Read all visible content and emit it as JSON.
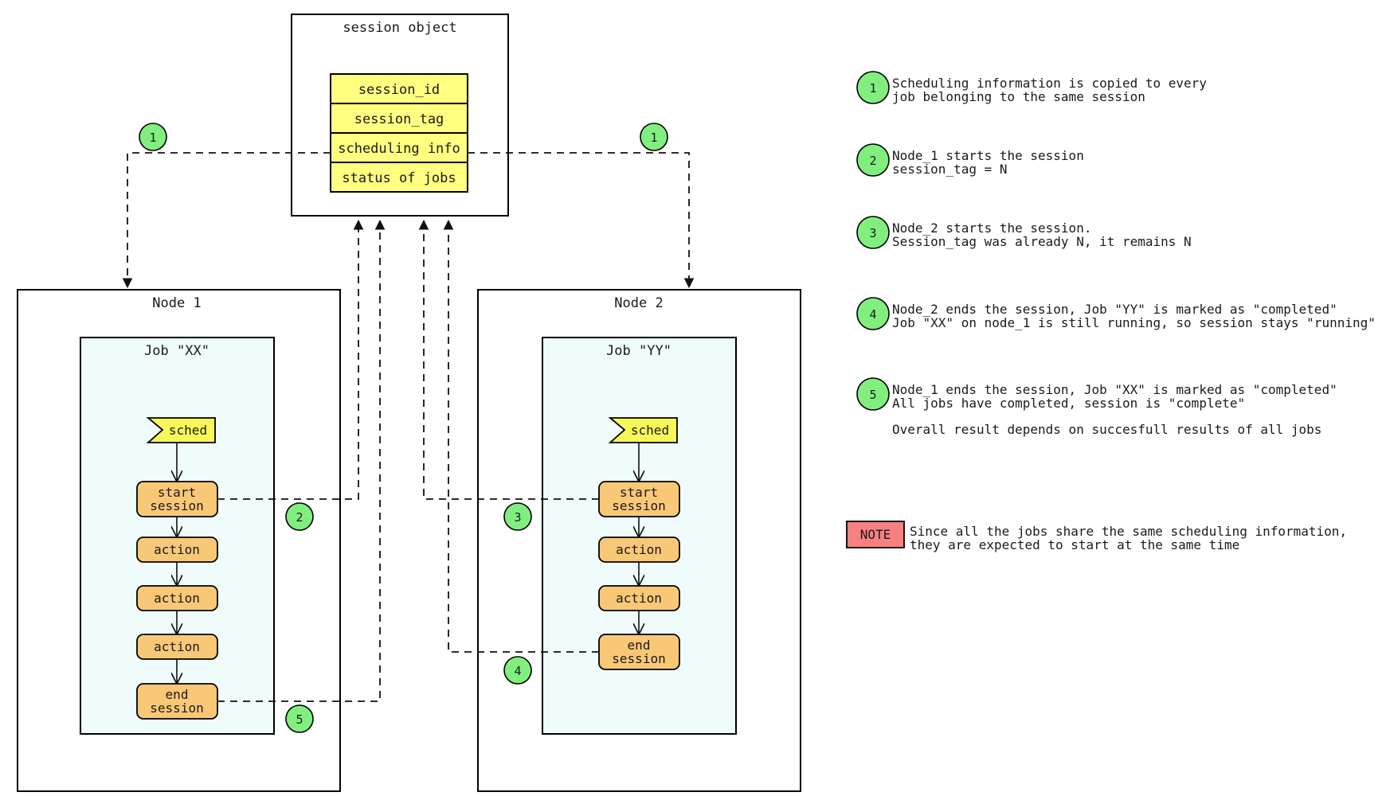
{
  "diagram": {
    "title_session_object": "session object",
    "session_fields": [
      "session_id",
      "session_tag",
      "scheduling info",
      "status of jobs"
    ],
    "nodes": [
      {
        "name": "Node 1",
        "job_title": "Job \"XX\"",
        "steps": [
          "sched",
          "start\nsession",
          "action",
          "action",
          "action",
          "end\nsession"
        ],
        "sched_label": "sched",
        "start_label_line1": "start",
        "start_label_line2": "session",
        "action_label": "action",
        "end_label_line1": "end",
        "end_label_line2": "session"
      },
      {
        "name": "Node 2",
        "job_title": "Job \"YY\"",
        "steps": [
          "sched",
          "start\nsession",
          "action",
          "action",
          "end\nsession"
        ],
        "sched_label": "sched",
        "start_label_line1": "start",
        "start_label_line2": "session",
        "action_label": "action",
        "end_label_line1": "end",
        "end_label_line2": "session"
      }
    ],
    "markers": [
      {
        "id": "marker-1-left",
        "label": "1"
      },
      {
        "id": "marker-1-right",
        "label": "1"
      },
      {
        "id": "marker-2",
        "label": "2"
      },
      {
        "id": "marker-3",
        "label": "3"
      },
      {
        "id": "marker-4",
        "label": "4"
      },
      {
        "id": "marker-5",
        "label": "5"
      }
    ]
  },
  "legend": {
    "items": [
      {
        "number": "1",
        "lines": [
          "Scheduling information is copied to every",
          "job belonging to the same session"
        ]
      },
      {
        "number": "2",
        "lines": [
          "Node_1 starts the session",
          "session_tag = N"
        ]
      },
      {
        "number": "3",
        "lines": [
          "Node_2 starts the session.",
          "Session_tag was already N, it remains N"
        ]
      },
      {
        "number": "4",
        "lines": [
          "Node_2 ends the session, Job \"YY\" is marked as \"completed\"",
          "Job \"XX\" on node_1 is still running, so session stays \"running\""
        ]
      },
      {
        "number": "5",
        "lines": [
          "Node_1 ends the session, Job \"XX\" is marked as \"completed\"",
          "All jobs have completed, session is \"complete\""
        ]
      }
    ],
    "footnote": "Overall result depends on succesfull results of all jobs",
    "note": {
      "badge": "NOTE",
      "lines": [
        "Since all the jobs share the same scheduling information,",
        "they are expected to start at the same time"
      ]
    }
  },
  "colors": {
    "session_field_fill": "#ffff80",
    "sched_fill": "#f7f75a",
    "action_fill": "#f9c877",
    "job_fill": "#f0fcfc",
    "marker_fill": "#80ef80",
    "note_fill": "#f98080",
    "stroke": "#000000"
  }
}
